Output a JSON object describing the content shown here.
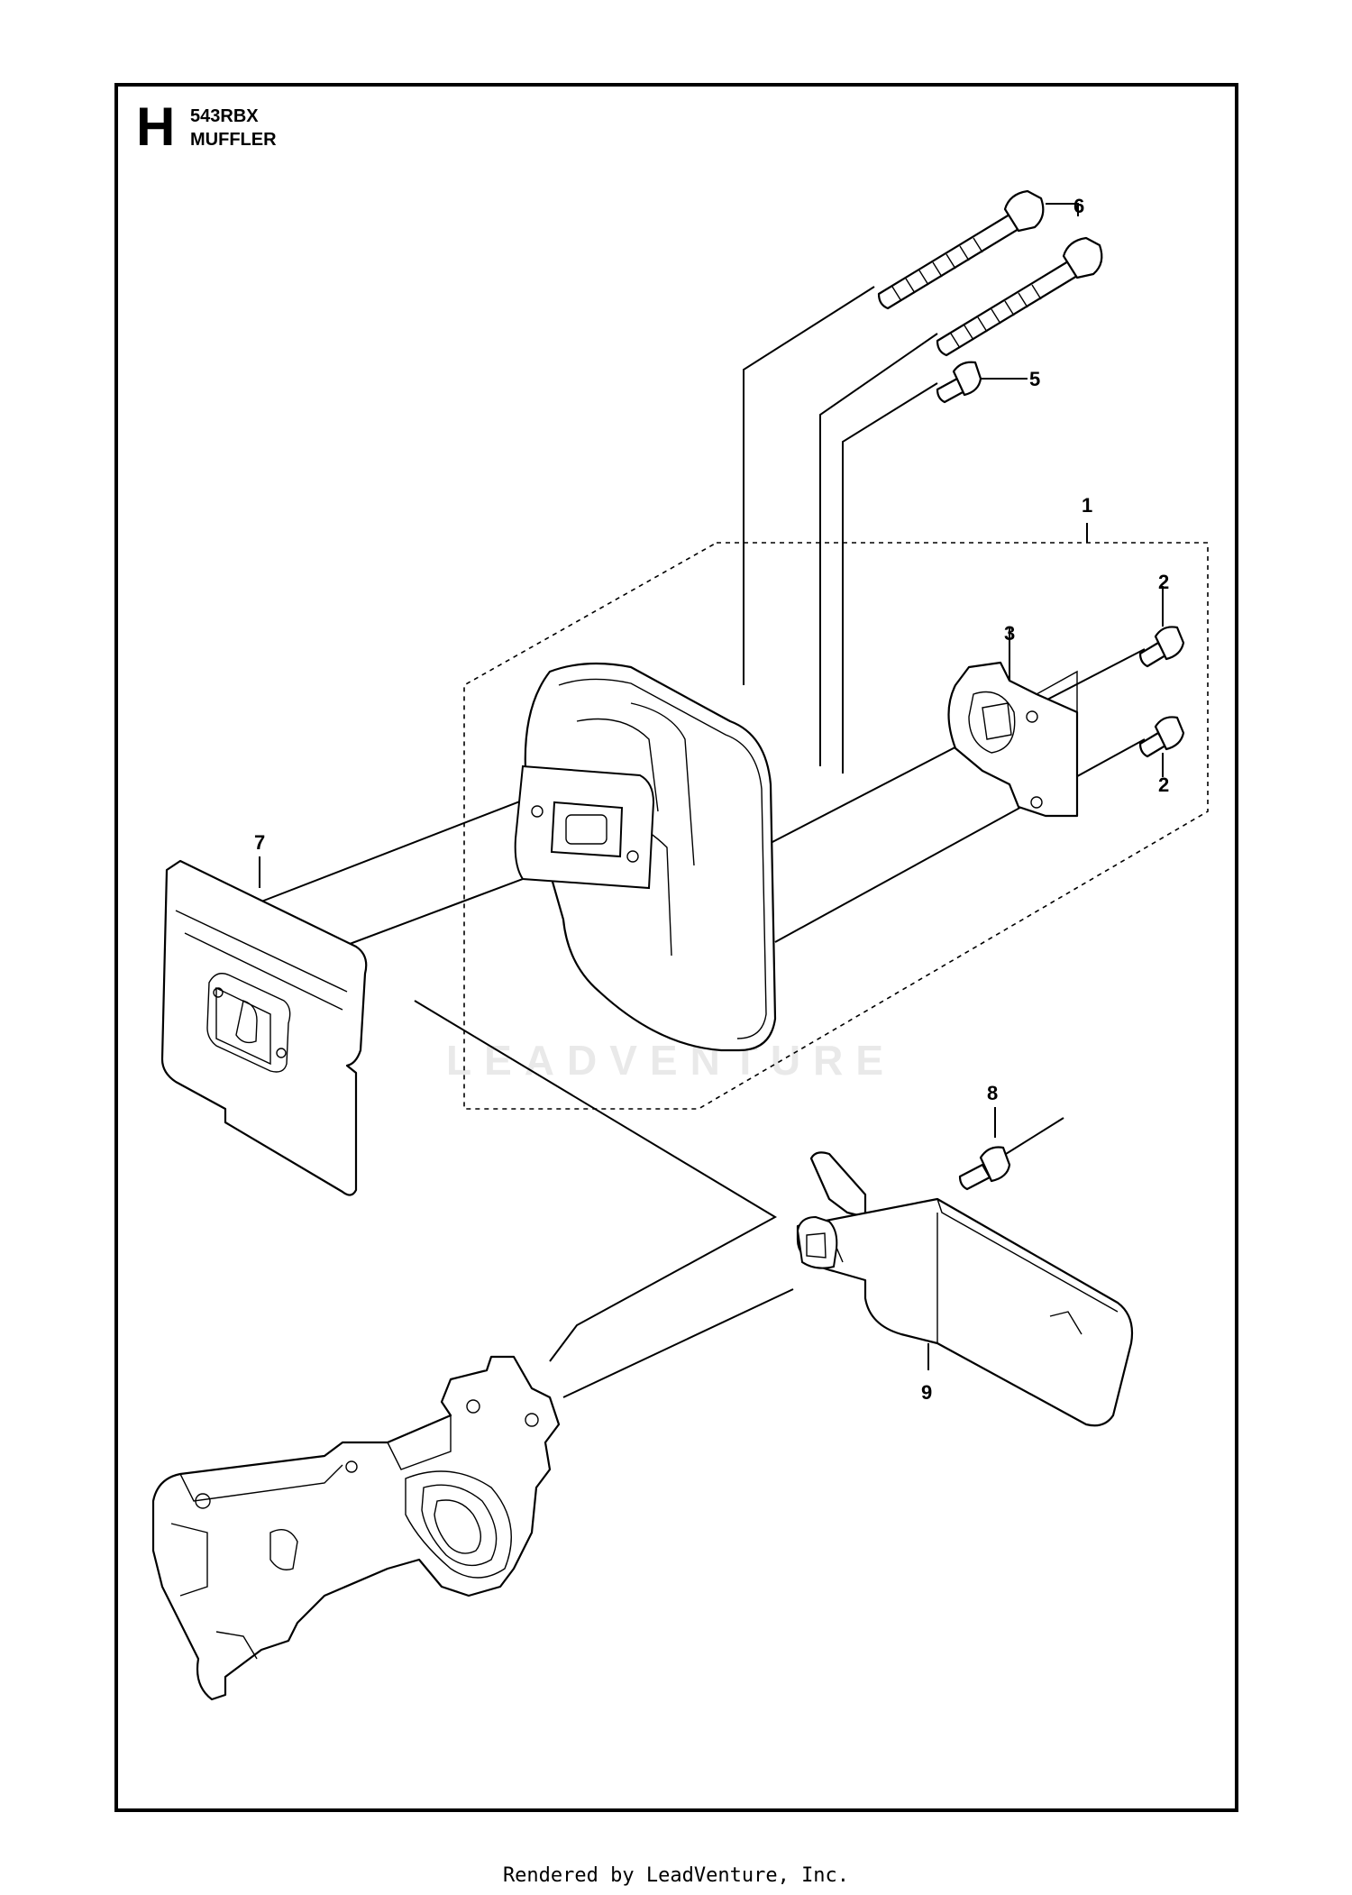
{
  "header": {
    "section_letter": "H",
    "model": "543RBX",
    "title": "MUFFLER"
  },
  "watermark": "LEADVENTURE",
  "footer": "Rendered by LeadVenture, Inc.",
  "callouts": {
    "c1": "1",
    "c2a": "2",
    "c2b": "2",
    "c3": "3",
    "c5": "5",
    "c6": "6",
    "c7": "7",
    "c8": "8",
    "c9": "9"
  }
}
